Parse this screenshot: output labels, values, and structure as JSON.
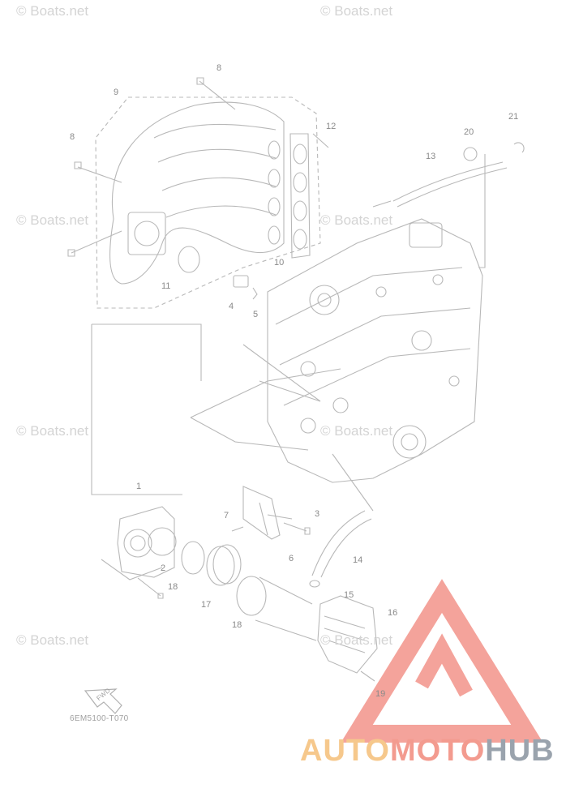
{
  "watermark": "© Boats.net",
  "callouts": [
    "1",
    "2",
    "3",
    "4",
    "5",
    "6",
    "7",
    "8",
    "8",
    "9",
    "10",
    "11",
    "12",
    "13",
    "14",
    "15",
    "16",
    "17",
    "18",
    "18",
    "19",
    "20",
    "21"
  ],
  "drawing_code": "6EM5100-T070",
  "fwd_label": "FWD",
  "logo": {
    "part1": "AUTO",
    "part2": "MOTO",
    "part3": "HUB",
    "color1": "#f6c88c",
    "color2": "#f39b8f",
    "color3": "#9aa3ad",
    "mark_color": "#f2938a"
  }
}
